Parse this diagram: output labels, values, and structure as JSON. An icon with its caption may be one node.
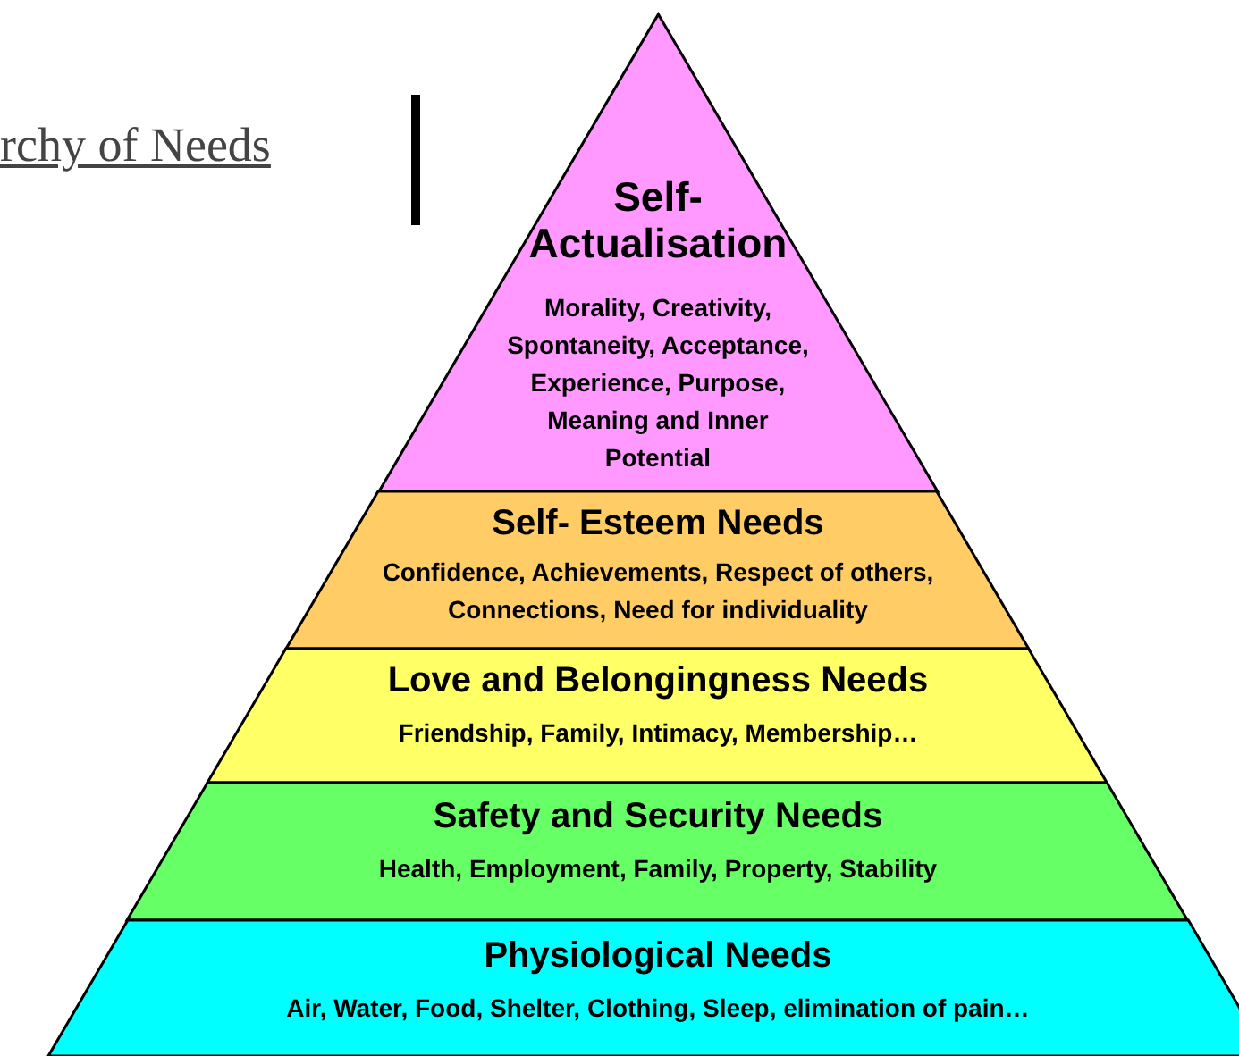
{
  "diagram": {
    "nodes": [
      {
        "text": [
          "Self- Actualisation",
          "Morality, Creativity, Spontaneity, Acceptance, Experience, Purpose, Meaning and Inner Potential"
        ]
      },
      {
        "text": [
          "Self- Esteem Needs",
          "Confidence, Achievements, Respect of others, Connections, Need for individuality"
        ]
      },
      {
        "text": [
          "Love and Belongingness Needs",
          "Friendship, Family, Intimacy, Membership…"
        ]
      },
      {
        "text": [
          "Safety and Security Needs",
          "Health, Employment, Family, Property, Stability"
        ]
      },
      {
        "text": [
          "Physiological Needs",
          "Air, Water, Food, Shelter, Clothing, Sleep, elimination of  pain…"
        ]
      }
    ],
    "labels": [
      "rchy of Needs"
    ]
  }
}
